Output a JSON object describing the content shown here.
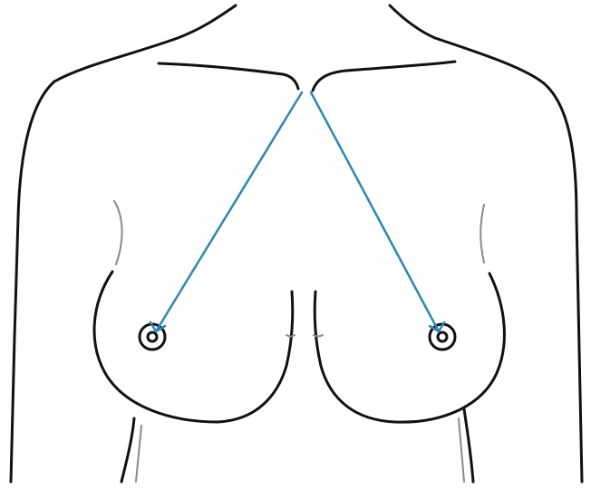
{
  "colors": {
    "background": "#ffffff",
    "outline": "#111111",
    "outline_soft": "#8a8a8a",
    "measurement": "#2f86b3"
  },
  "figure": {
    "subject": "female-torso-line-drawing",
    "measurement_lines": [
      {
        "from": "sternal-notch",
        "to": "left-nipple"
      },
      {
        "from": "sternal-notch",
        "to": "right-nipple"
      }
    ]
  }
}
